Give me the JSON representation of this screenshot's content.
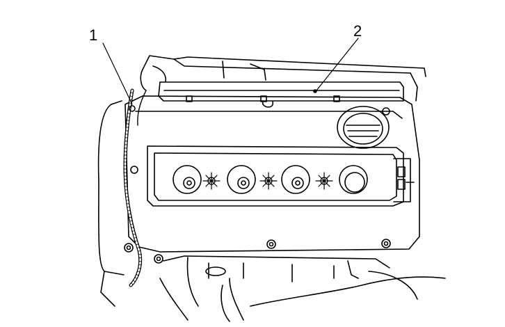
{
  "callouts": [
    {
      "number": "1",
      "part": "wiring-harness"
    },
    {
      "number": "2",
      "part": "ignition-cover"
    }
  ],
  "colors": {
    "ink": "#000000",
    "paper": "#ffffff"
  }
}
